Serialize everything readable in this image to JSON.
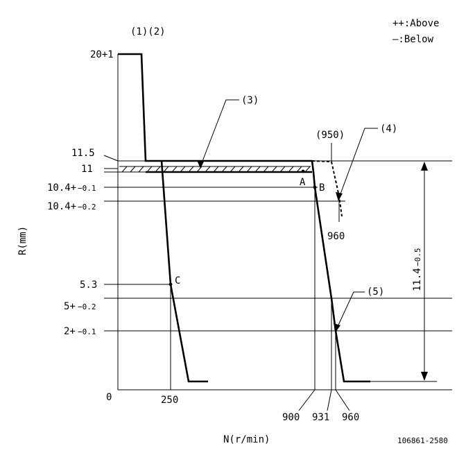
{
  "legend": {
    "above": "++:Above",
    "below": "—:Below"
  },
  "labels": {
    "top_marker": "(1)(2)",
    "call3": "(3)",
    "call4": "(4)",
    "call5": "(5)",
    "n950": "(950)",
    "n960_upper": "960",
    "pointA": "A",
    "pointB": "B",
    "pointC": "C"
  },
  "y_axis": {
    "title": "R(mm)",
    "ticks": [
      {
        "main": "20+1",
        "sub": ""
      },
      {
        "main": "11.5",
        "sub": ""
      },
      {
        "main": "11",
        "sub": ""
      },
      {
        "main": "10.4+",
        "sub": "−0.1"
      },
      {
        "main": "10.4+",
        "sub": "−0.2"
      },
      {
        "main": "5.3",
        "sub": ""
      },
      {
        "main": "5+",
        "sub": "−0.2"
      },
      {
        "main": "2+",
        "sub": "−0.1"
      }
    ]
  },
  "x_axis": {
    "title": "N(r/min)",
    "origin": "0",
    "ticks": [
      "250",
      "900",
      "931",
      "960"
    ]
  },
  "dimension": {
    "main": "11.4",
    "sub": "−0.5"
  },
  "figure_id": "106861-2580"
}
